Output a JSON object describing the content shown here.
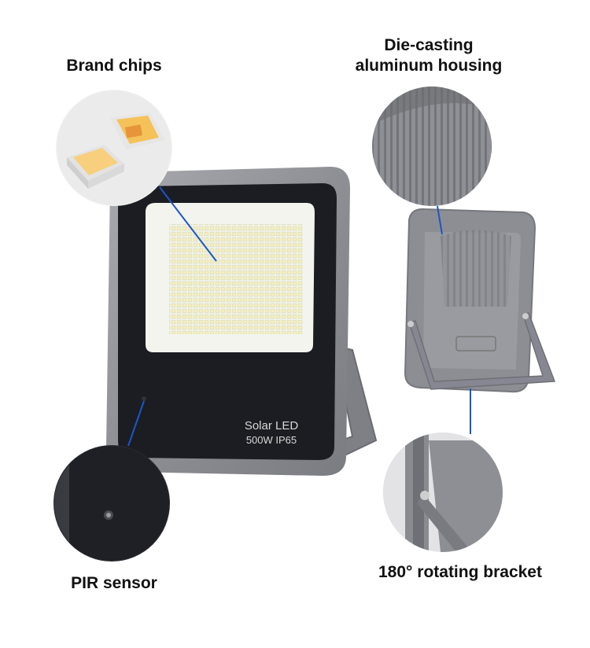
{
  "labels": {
    "brand_chips": "Brand chips",
    "housing_line1": "Die-casting",
    "housing_line2": "aluminum housing",
    "pir_sensor": "PIR sensor",
    "bracket": "180° rotating bracket"
  },
  "product_text": {
    "line1": "Solar LED",
    "line2": "500W IP65"
  },
  "colors": {
    "callout_line": "#1a56c9",
    "housing_gray": "#8f9095",
    "panel_black": "#1c1d22",
    "led_white": "#f3f3e9",
    "chip_yellow": "#f5c25a"
  }
}
